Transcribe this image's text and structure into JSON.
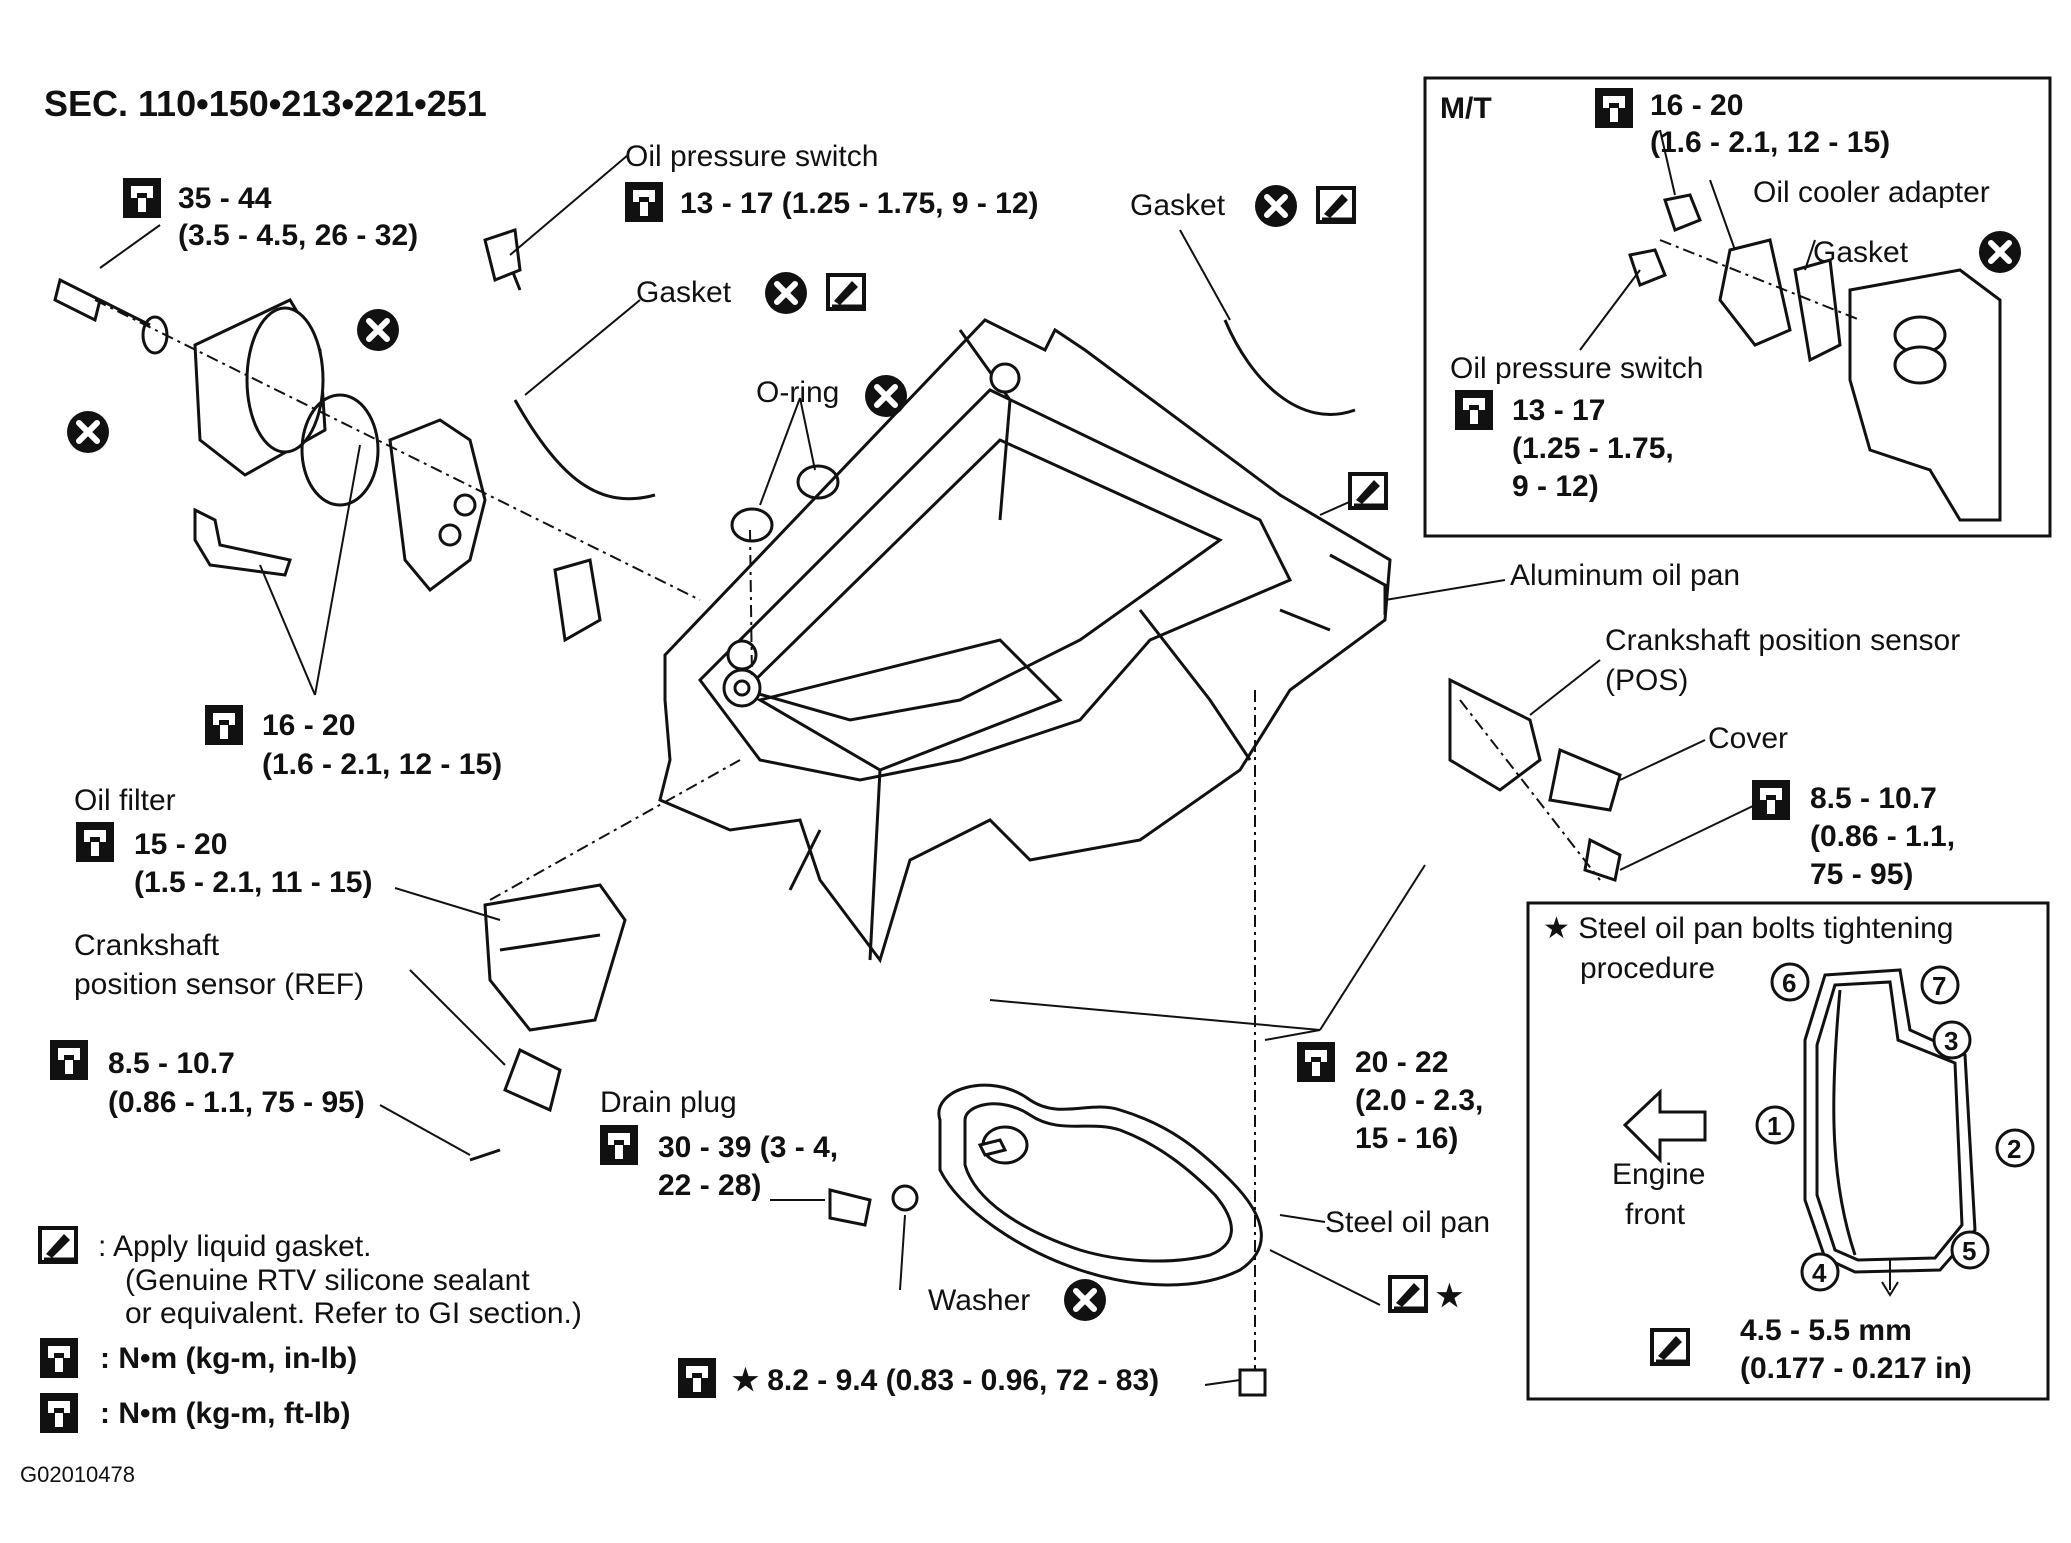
{
  "title": "SEC. 110•150•213•221•251",
  "figure_id": "G02010478",
  "labels": {
    "torque_35_44": "35 - 44",
    "torque_35_44_sub": "(3.5 - 4.5, 26 - 32)",
    "oil_pressure_switch": "Oil pressure switch",
    "ops_torque": "13 - 17 (1.25 - 1.75, 9 - 12)",
    "gasket_a": "Gasket",
    "gasket_b": "Gasket",
    "o_ring": "O-ring",
    "torque_16_20": "16 - 20",
    "torque_16_20_sub": "(1.6 - 2.1, 12 - 15)",
    "oil_filter": "Oil filter",
    "filter_torque": "15 - 20",
    "filter_torque_sub": "(1.5 - 2.1, 11 - 15)",
    "crank_ref_1": "Crankshaft",
    "crank_ref_2": "position sensor (REF)",
    "ref_torque": "8.5 - 10.7",
    "ref_torque_sub": "(0.86 - 1.1, 75 - 95)",
    "drain_plug": "Drain plug",
    "drain_torque": "30 - 39 (3 - 4,",
    "drain_torque_sub": "22 - 28)",
    "washer": "Washer",
    "aluminum_oil_pan": "Aluminum oil pan",
    "crank_pos_1": "Crankshaft position sensor",
    "crank_pos_2": "(POS)",
    "cover": "Cover",
    "pos_torque": "8.5 - 10.7",
    "pos_torque_sub1": "(0.86 - 1.1,",
    "pos_torque_sub2": "75 - 95)",
    "torque_20_22": "20 - 22",
    "torque_20_22_sub1": "(2.0 - 2.3,",
    "torque_20_22_sub2": "15 - 16)",
    "steel_oil_pan": "Steel oil pan",
    "bottom_torque": "★ 8.2 - 9.4 (0.83 - 0.96, 72 - 83)",
    "star": "★"
  },
  "inset_mt": {
    "header": "M/T",
    "torque": "16 - 20",
    "torque_sub": "(1.6 - 2.1, 12 - 15)",
    "oil_cooler_adapter": "Oil cooler adapter",
    "gasket": "Gasket",
    "oil_pressure_switch": "Oil pressure switch",
    "ops_torque": "13 - 17",
    "ops_torque_sub1": "(1.25 - 1.75,",
    "ops_torque_sub2": "9 - 12)"
  },
  "inset_steel": {
    "title_1": "★ Steel oil pan bolts tightening",
    "title_2": "procedure",
    "engine_1": "Engine",
    "engine_2": "front",
    "spec_1": "4.5 - 5.5 mm",
    "spec_2": "(0.177 - 0.217 in)",
    "bolt_numbers": [
      "1",
      "2",
      "3",
      "4",
      "5",
      "6",
      "7"
    ]
  },
  "legend": {
    "gasket_line1": ": Apply liquid gasket.",
    "gasket_line2": "(Genuine RTV silicone sealant",
    "gasket_line3": "or equivalent. Refer to GI section.)",
    "torque_in_lb": ": N•m (kg-m, in-lb)",
    "torque_ft_lb": ": N•m (kg-m, ft-lb)"
  },
  "icons": [
    "torque-wrench-icon",
    "do-not-reuse-icon",
    "liquid-gasket-icon"
  ]
}
